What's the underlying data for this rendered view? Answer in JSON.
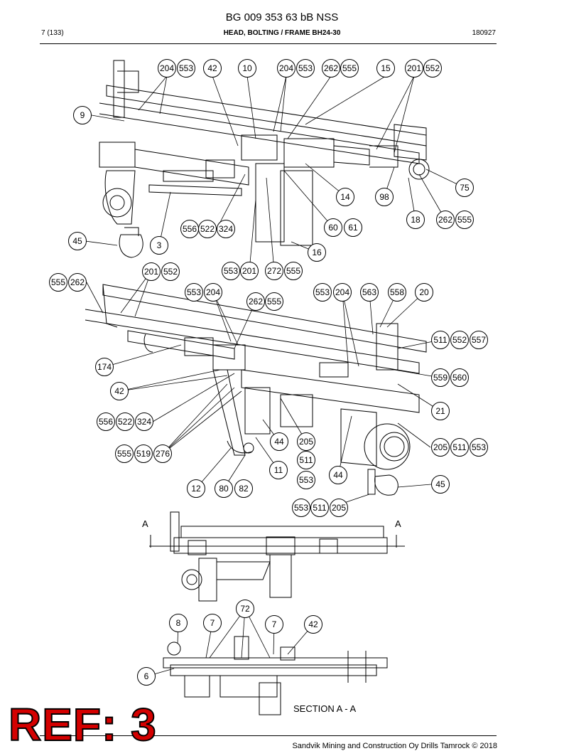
{
  "header": {
    "title": "BG 009 353 63 bB NSS",
    "page": "7 (133)",
    "subtitle": "HEAD, BOLTING / FRAME BH24-30",
    "date": "180927"
  },
  "section_marks": {
    "left": "A",
    "right": "A"
  },
  "section_label": "SECTION A - A",
  "ref_stamp": "REF: 3",
  "footer": {
    "copyright": "Sandvik Mining and Construction Oy Drills Tamrock © 2018"
  },
  "callouts": [
    "204",
    "553",
    "42",
    "10",
    "204",
    "553",
    "262",
    "555",
    "15",
    "201",
    "552",
    "9",
    "14",
    "98",
    "75",
    "18",
    "262",
    "555",
    "60",
    "61",
    "556",
    "522",
    "324",
    "45",
    "3",
    "16",
    "201",
    "552",
    "555",
    "262",
    "553",
    "201",
    "272",
    "555",
    "553",
    "204",
    "262",
    "555",
    "553",
    "204",
    "563",
    "558",
    "20",
    "511",
    "552",
    "557",
    "174",
    "559",
    "560",
    "42",
    "21",
    "556",
    "522",
    "324",
    "44",
    "205",
    "205",
    "511",
    "553",
    "555",
    "519",
    "276",
    "511",
    "11",
    "44",
    "553",
    "45",
    "12",
    "80",
    "82",
    "553",
    "511",
    "205",
    "72",
    "8",
    "7",
    "7",
    "42",
    "6"
  ]
}
